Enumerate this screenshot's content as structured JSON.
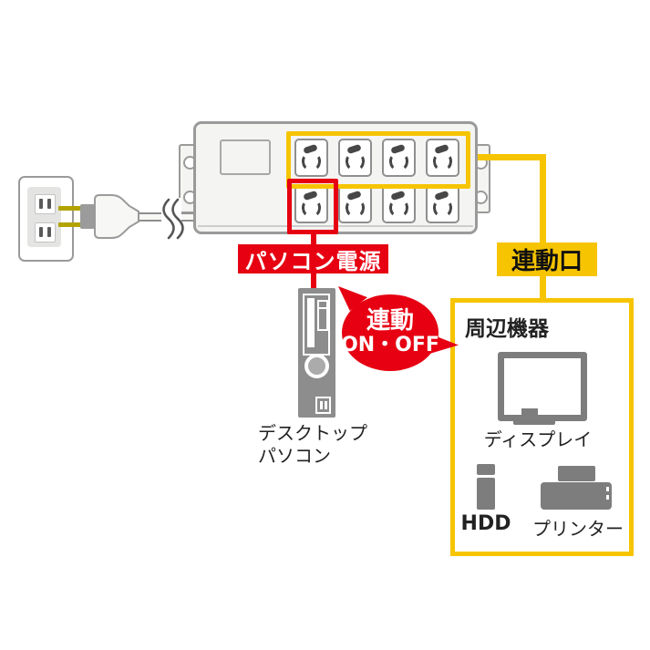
{
  "labels": {
    "pc_power": "パソコン電源",
    "linked_port": "連動口",
    "peripherals_title": "周辺機器",
    "display": "ディスプレイ",
    "hdd": "HDD",
    "printer": "プリンター",
    "desktop_line1": "デスクトップ",
    "desktop_line2": "パソコン",
    "bubble_line1": "連動",
    "bubble_line2": "ON・OFF"
  },
  "icons": {
    "wall_outlet": "wall-outlet-icon",
    "power_plug": "power-plug-icon",
    "cable_break": "cable-break-icon",
    "power_strip": "power-strip-icon",
    "socket": "socket-icon",
    "monitor": "monitor-icon",
    "hdd": "hdd-icon",
    "printer": "printer-icon",
    "desktop_tower": "desktop-tower-icon",
    "speech_bubble": "speech-bubble"
  },
  "colors": {
    "accent_red": "#e60012",
    "accent_yellow": "#f6c400",
    "device_gray": "#7d7d7d",
    "strip_body": "#f4f4f2",
    "border_gray": "#9a9a9a",
    "prong_yellow": "#b3a300"
  },
  "structure": {
    "strip_outlets_total": 8,
    "linked_outlets": 4,
    "pc_outlet_index": 5
  }
}
